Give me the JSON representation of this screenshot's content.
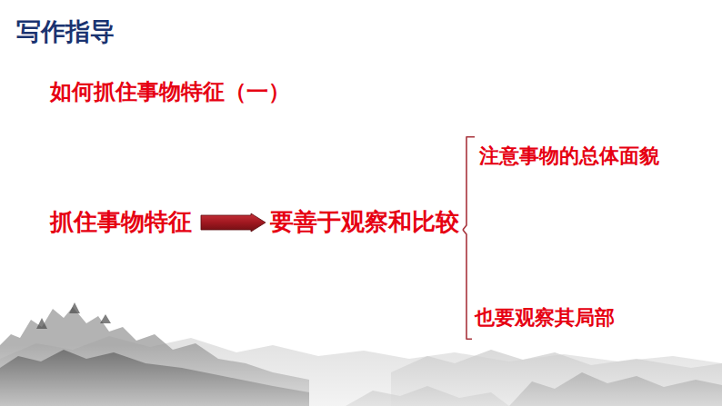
{
  "diagram": {
    "title": "写作指导",
    "nodes": [
      {
        "text": [
          "抓住事物特征"
        ]
      },
      {
        "text": [
          "要善于观察和比较"
        ]
      },
      {
        "text": [
          "注意事物的总体面貌"
        ]
      },
      {
        "text": [
          "也要观察其局部"
        ]
      }
    ],
    "edges": [
      {
        "from": 0,
        "to": 1,
        "arrow": "to"
      },
      {
        "from": 1,
        "to": 2,
        "arrow": "none"
      },
      {
        "from": 1,
        "to": 3,
        "arrow": "none"
      }
    ],
    "labels": [
      "如何抓住事物特征（一）"
    ]
  }
}
